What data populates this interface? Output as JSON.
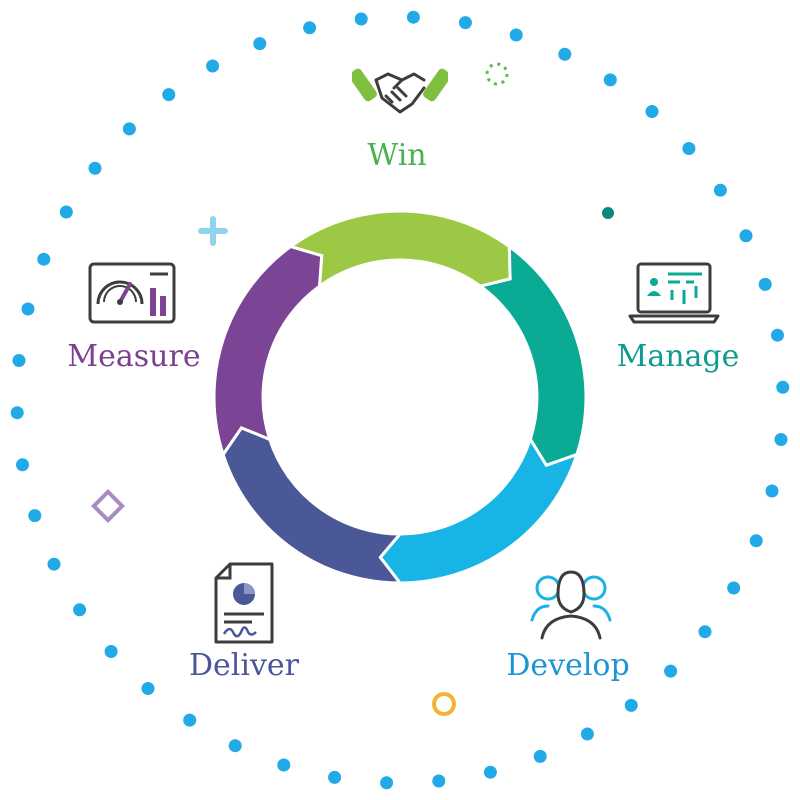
{
  "cycle": {
    "stages": [
      {
        "id": "win",
        "label": "Win",
        "color": "#4bb04f",
        "segment_color": "#9cc846",
        "icon": "handshake-icon"
      },
      {
        "id": "manage",
        "label": "Manage",
        "color": "#0d9c8e",
        "segment_color": "#0aaa95",
        "icon": "laptop-chart-icon"
      },
      {
        "id": "develop",
        "label": "Develop",
        "color": "#1b95d3",
        "segment_color": "#19b4e6",
        "icon": "people-group-icon"
      },
      {
        "id": "deliver",
        "label": "Deliver",
        "color": "#4a5698",
        "segment_color": "#4b5898",
        "icon": "document-signature-icon"
      },
      {
        "id": "measure",
        "label": "Measure",
        "color": "#7c3f91",
        "segment_color": "#7c4494",
        "icon": "speedometer-dashboard-icon"
      }
    ]
  },
  "decorations": {
    "dot_color": "#21a9e8",
    "plus_color": "#8fd3ec",
    "diamond_color": "#a88ac4",
    "ring_color": "#f2b333",
    "teal_dot_color": "#0a8a7b",
    "dashed_circle_color": "#5dba4f",
    "icon_stroke": "#3d3d3d"
  }
}
